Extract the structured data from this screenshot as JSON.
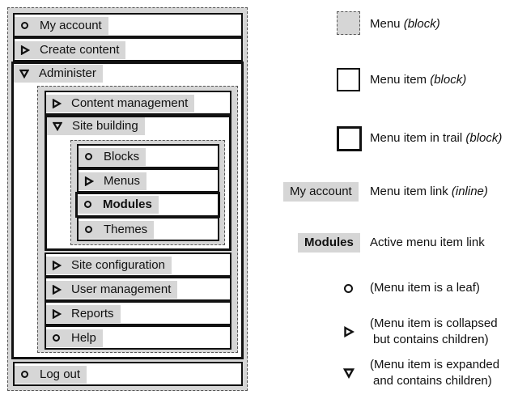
{
  "menu_items": {
    "my_account": "My account",
    "create_content": "Create content",
    "administer": "Administer",
    "content_management": "Content management",
    "site_building": "Site building",
    "blocks": "Blocks",
    "menus": "Menus",
    "modules": "Modules",
    "themes": "Themes",
    "site_configuration": "Site configuration",
    "user_management": "User management",
    "reports": "Reports",
    "help": "Help",
    "log_out": "Log out"
  },
  "legend": {
    "menu": "Menu",
    "menu_note": "(block)",
    "menu_item": "Menu item",
    "menu_item_note": "(block)",
    "menu_item_trail": "Menu item in trail",
    "menu_item_trail_note": "(block)",
    "link_sample": "My account",
    "link_label": "Menu item link",
    "link_note": "(inline)",
    "active_sample": "Modules",
    "active_label": "Active menu item link",
    "leaf_label": "(Menu item is a leaf)",
    "collapsed_line1": "(Menu item is collapsed",
    "collapsed_line2": "but contains children)",
    "expanded_line1": "(Menu item is expanded",
    "expanded_line2": "and contains children)"
  },
  "colors": {
    "menu_fill": "#d6d6d6",
    "border": "#111111",
    "dashed_border": "#555555"
  },
  "icons": {
    "leaf": "circle-icon",
    "collapsed": "triangle-right-icon",
    "expanded": "triangle-down-icon"
  }
}
